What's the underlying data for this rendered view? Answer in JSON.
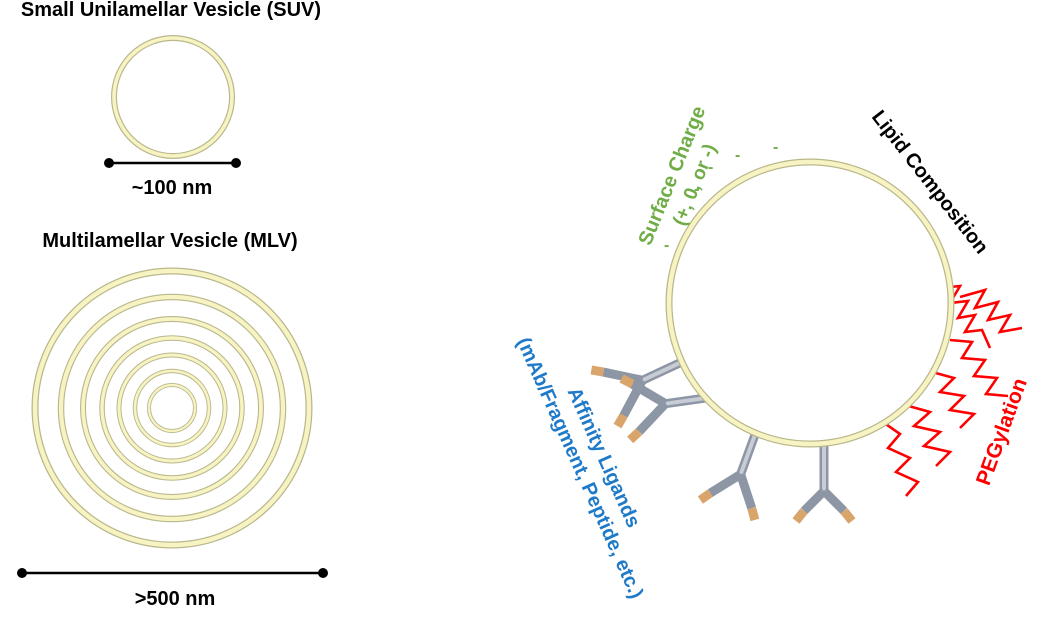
{
  "suv": {
    "title": "Small Unilamellar Vesicle (SUV)",
    "size_label": "~100 nm"
  },
  "mlv": {
    "title": "Multilamellar Vesicle (MLV)",
    "size_label": ">500 nm"
  },
  "liposome": {
    "surface_charge": {
      "line1": "Surface Charge",
      "line2": "(+, 0, or -)",
      "charge_symbol": "-",
      "color": "#70ad47"
    },
    "lipid_composition": {
      "label": "Lipid Composition",
      "color": "#000000"
    },
    "pegylation": {
      "label": "PEGylation",
      "color": "#ff0000"
    },
    "affinity_ligands": {
      "line1": "Affinity Ligands",
      "line2": "(mAb/Fragment, Peptide, etc.)",
      "color": "#1f7ac8"
    }
  },
  "colors": {
    "membrane_yellow": "#f7f3c3",
    "membrane_edge": "#b9b88c",
    "antibody_gray": "#9aa3b0",
    "antibody_tip": "#d9a56a"
  }
}
